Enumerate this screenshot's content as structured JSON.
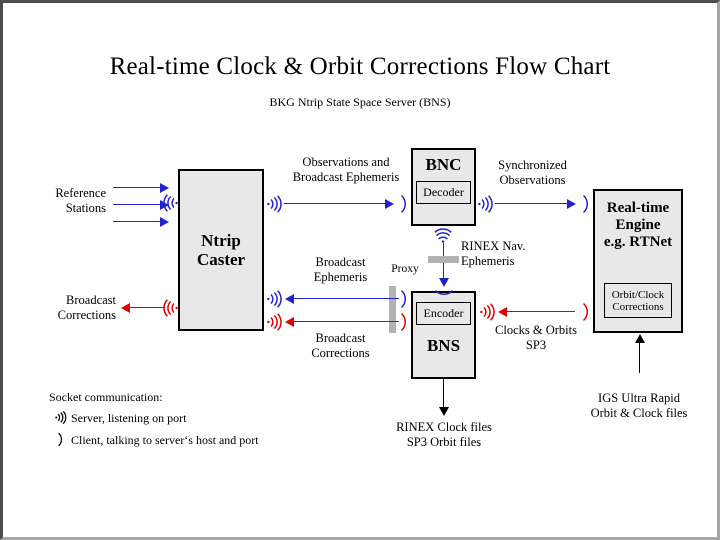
{
  "header": {
    "title": "Real-time Clock & Orbit Corrections Flow Chart",
    "subtitle": "BKG Ntrip State Space Server  (BNS)"
  },
  "colors": {
    "blue": "#2222cc",
    "red": "#dd0000",
    "black": "#000000",
    "box_fill": "#e8e8e8",
    "proxy_gray": "#b3b3b3",
    "frame_dark": "#4d4d4d",
    "frame_light": "#a6a6a6"
  },
  "nodes": {
    "ntrip_caster": {
      "title_line1": "Ntrip",
      "title_line2": "Caster"
    },
    "bnc": {
      "title": "BNC",
      "sub_label": "Decoder"
    },
    "bns": {
      "title": "BNS",
      "sub_label": "Encoder"
    },
    "rte": {
      "title_line1": "Real-time",
      "title_line2": "Engine",
      "title_line3": "e.g. RTNet",
      "sub_label_line1": "Orbit/Clock",
      "sub_label_line2": "Corrections"
    }
  },
  "labels": {
    "reference_stations_line1": "Reference",
    "reference_stations_line2": "Stations",
    "broadcast_corrections_out_line1": "Broadcast",
    "broadcast_corrections_out_line2": "Corrections",
    "observations_line1": "Observations and",
    "observations_line2": "Broadcast Ephemeris",
    "synchronized_line1": "Synchronized",
    "synchronized_line2": "Observations",
    "rinex_nav_line1": "RINEX Nav.",
    "rinex_nav_line2": "Ephemeris",
    "proxy": "Proxy",
    "broadcast_ephemeris_line1": "Broadcast",
    "broadcast_ephemeris_line2": "Ephemeris",
    "broadcast_corrections_in_line1": "Broadcast",
    "broadcast_corrections_in_line2": "Corrections",
    "clocks_orbits_line1": "Clocks & Orbits",
    "clocks_orbits_line2": "SP3",
    "rinex_files_line1": "RINEX Clock files",
    "rinex_files_line2": "SP3 Orbit files",
    "igs_line1": "IGS Ultra Rapid",
    "igs_line2": "Orbit & Clock files"
  },
  "legend": {
    "heading": "Socket communication:",
    "server_text": "Server, listening on port",
    "client_text": "Client, talking to server‘s host and port",
    "server_icon": "socket-server-icon",
    "client_icon": "socket-client-icon"
  }
}
